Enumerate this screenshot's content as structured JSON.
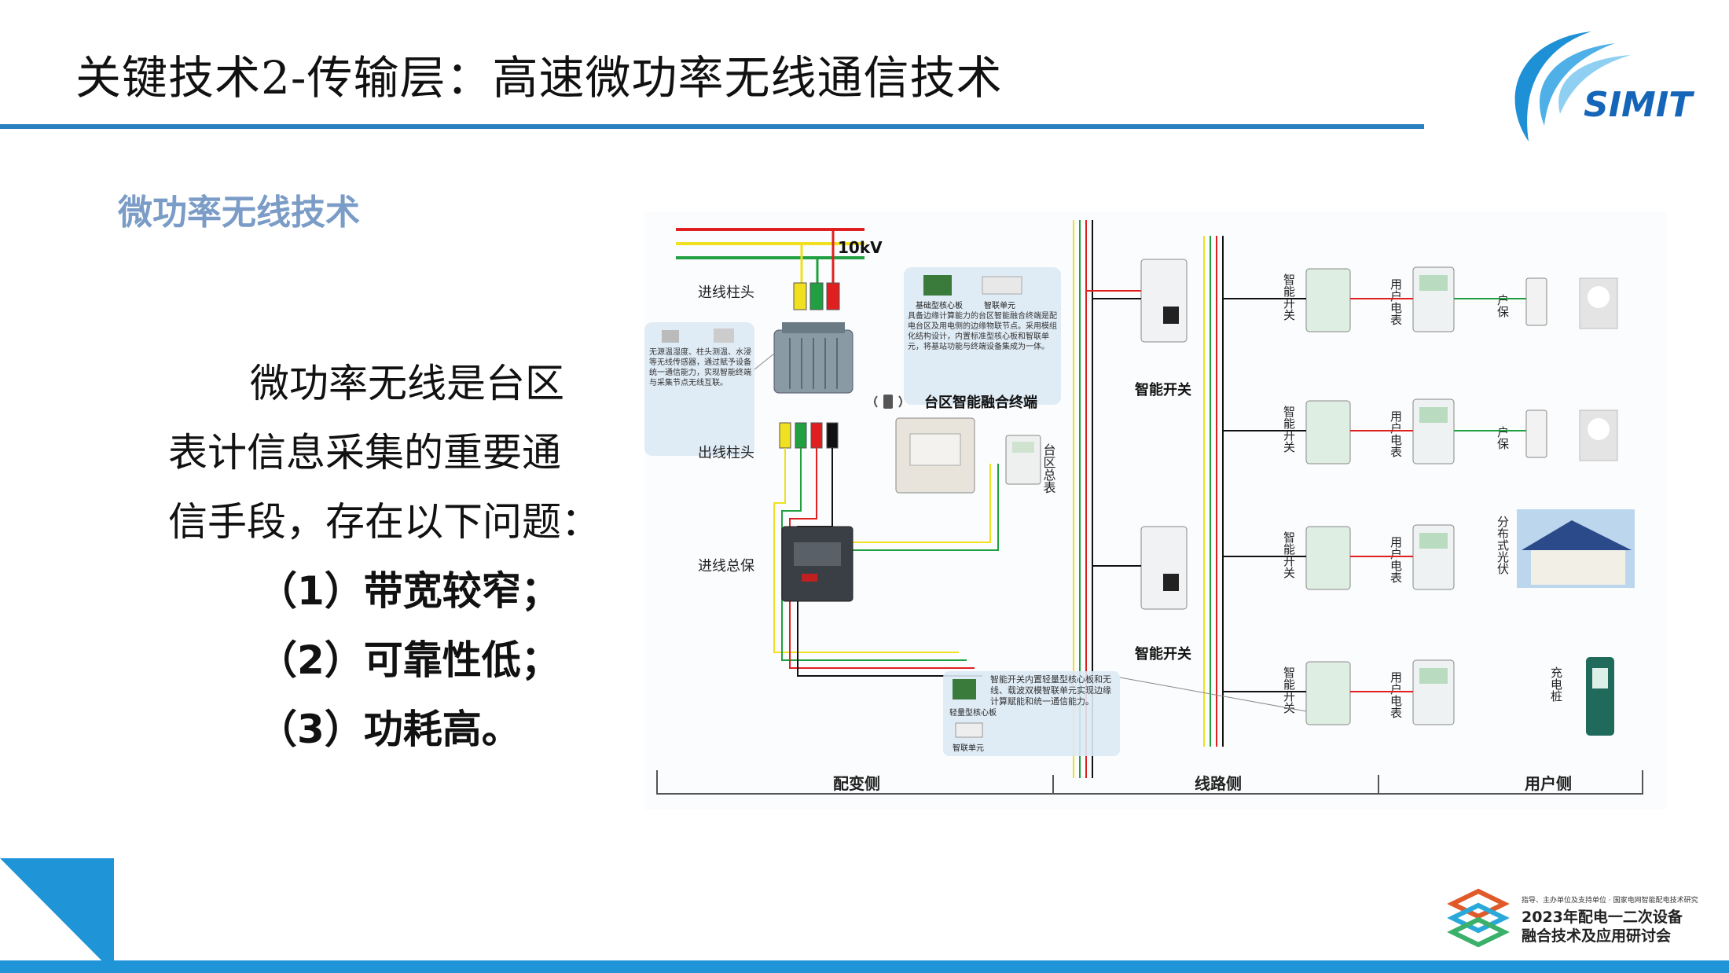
{
  "slide": {
    "title": "关键技术2-传输层：高速微功率无线通信技术",
    "logo_text": "SIMIT",
    "section_title": "微功率无线技术",
    "body_lines": [
      "微功率无线是台区",
      "表计信息采集的重要通",
      "信手段，存在以下问题："
    ],
    "issues": [
      "（1）带宽较窄；",
      "（2）可靠性低；",
      "（3）功耗高。"
    ]
  },
  "diagram": {
    "voltage": "10kV",
    "labels": {
      "incoming_pole": "进线柱头",
      "outgoing_pole": "出线柱头",
      "main_breaker": "进线总保",
      "core_board": "基础型核心板",
      "iot_unit": "智联单元",
      "terminal_desc": "具备边缘计算能力的台区智能融合终端是配电台区及用电侧的边缘物联节点。采用模组化结构设计，内置标准型核心板和智联单元，将基站功能与终端设备集成为一体。",
      "sensor_desc": "无源温湿度、柱头测温、水浸等无线传感器，通过赋予设备统一通信能力，实现智能终端与采集节点无线互联。",
      "terminal": "台区智能融合终端",
      "area_meter": "台区总表",
      "smart_switch": "智能开关",
      "smart_switch_v": "智能开关",
      "user_meter_v": "用户电表",
      "house_protect_v": "户保",
      "pv_v": "分布式光伏",
      "charger_v": "充电桩",
      "light_board": "轻量型核心板",
      "iot_unit2": "智联单元",
      "switch_desc": "智能开关内置轻量型核心板和无线、载波双模智联单元实现边缘计算赋能和统一通信能力。",
      "zone_substation": "配变侧",
      "zone_line": "线路侧",
      "zone_user": "用户侧"
    }
  },
  "footer": {
    "small_line": "指导、主办单位及支持单位 · 国家电网智能配电技术研究",
    "conference_line1": "2023年配电一二次设备",
    "conference_line2": "融合技术及应用研讨会"
  },
  "colors": {
    "title_rule": "#2a7fc1",
    "section_title": "#7a9cc6",
    "bottom_rule": "#1f95d8",
    "corner": "#1f95d8",
    "wire_red": "#e02020",
    "wire_yellow": "#f0e020",
    "wire_green": "#20a040",
    "wire_black": "#111111"
  }
}
